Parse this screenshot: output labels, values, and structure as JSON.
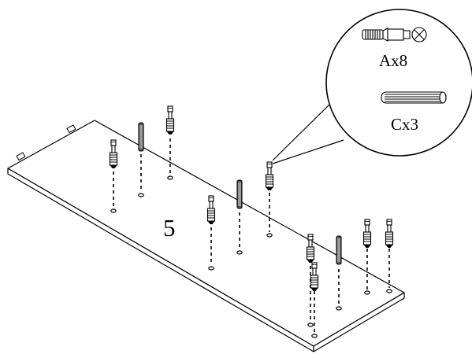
{
  "step": {
    "number": "5"
  },
  "parts": [
    {
      "label": "Ax8",
      "icon": "cam-bolt-icon"
    },
    {
      "label": "Cx3",
      "icon": "wooden-dowel-icon"
    }
  ],
  "colors": {
    "ink": "#000000",
    "paper": "#ffffff",
    "dowel": "#555555"
  }
}
